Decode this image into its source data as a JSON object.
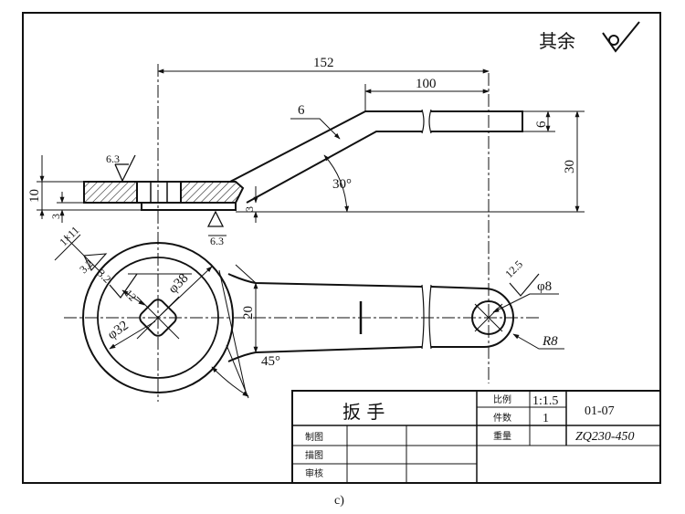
{
  "surface_note": {
    "label": "其余"
  },
  "dimensions": {
    "d152": "152",
    "d100": "100",
    "d6_top": "6",
    "d6_side": "6",
    "d30": "30",
    "d30deg": "30°",
    "d10": "10",
    "d3_left": "3",
    "d3_mid": "3",
    "ra_top": "6.3",
    "ra_bottom": "6.3",
    "ra_plan_left": "3.2",
    "ra_plan_right": "12.5",
    "chamfer": "1×11",
    "ra_small": "3.2",
    "d12": "12",
    "phi38": "φ38",
    "phi32": "φ32",
    "d20": "20",
    "d45deg": "45°",
    "phi8": "φ8",
    "r8": "R8"
  },
  "title_block": {
    "part_name": "扳  手",
    "scale_label": "比例",
    "scale_value": "1:1.5",
    "qty_label": "件数",
    "qty_value": "1",
    "weight_label": "重量",
    "drawing_no": "01-07",
    "material": "ZQ230-450",
    "drawn_label": "制图",
    "traced_label": "描图",
    "checked_label": "审核"
  },
  "caption": "c)"
}
